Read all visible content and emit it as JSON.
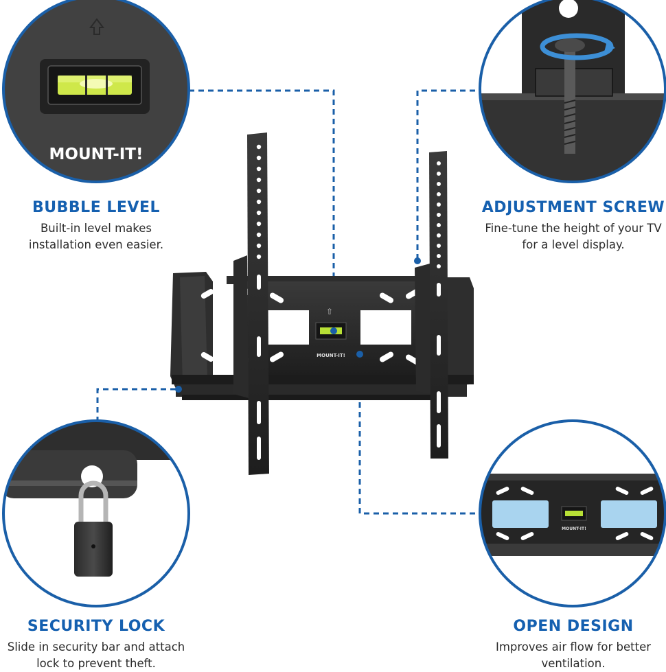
{
  "features": {
    "bubble_level": {
      "title": "BUBBLE LEVEL",
      "description": "Built-in level makes installation even easier."
    },
    "adjustment_screw": {
      "title": "ADJUSTMENT SCREW",
      "description": "Fine-tune the height of your TV for a level display."
    },
    "security_lock": {
      "title": "SECURITY LOCK",
      "description": "Slide in security bar and attach lock to prevent theft."
    },
    "open_design": {
      "title": "OPEN DESIGN",
      "description": "Improves air flow for better ventilation."
    }
  },
  "brand_logo": "MOUNT-IT!",
  "colors": {
    "accent_blue": "#1560b0",
    "callout_line": "#1a5fa8",
    "metal_dark": "#2a2a2a",
    "bubble_green": "#b8e036",
    "cutout_blue": "#a9d4ef"
  }
}
